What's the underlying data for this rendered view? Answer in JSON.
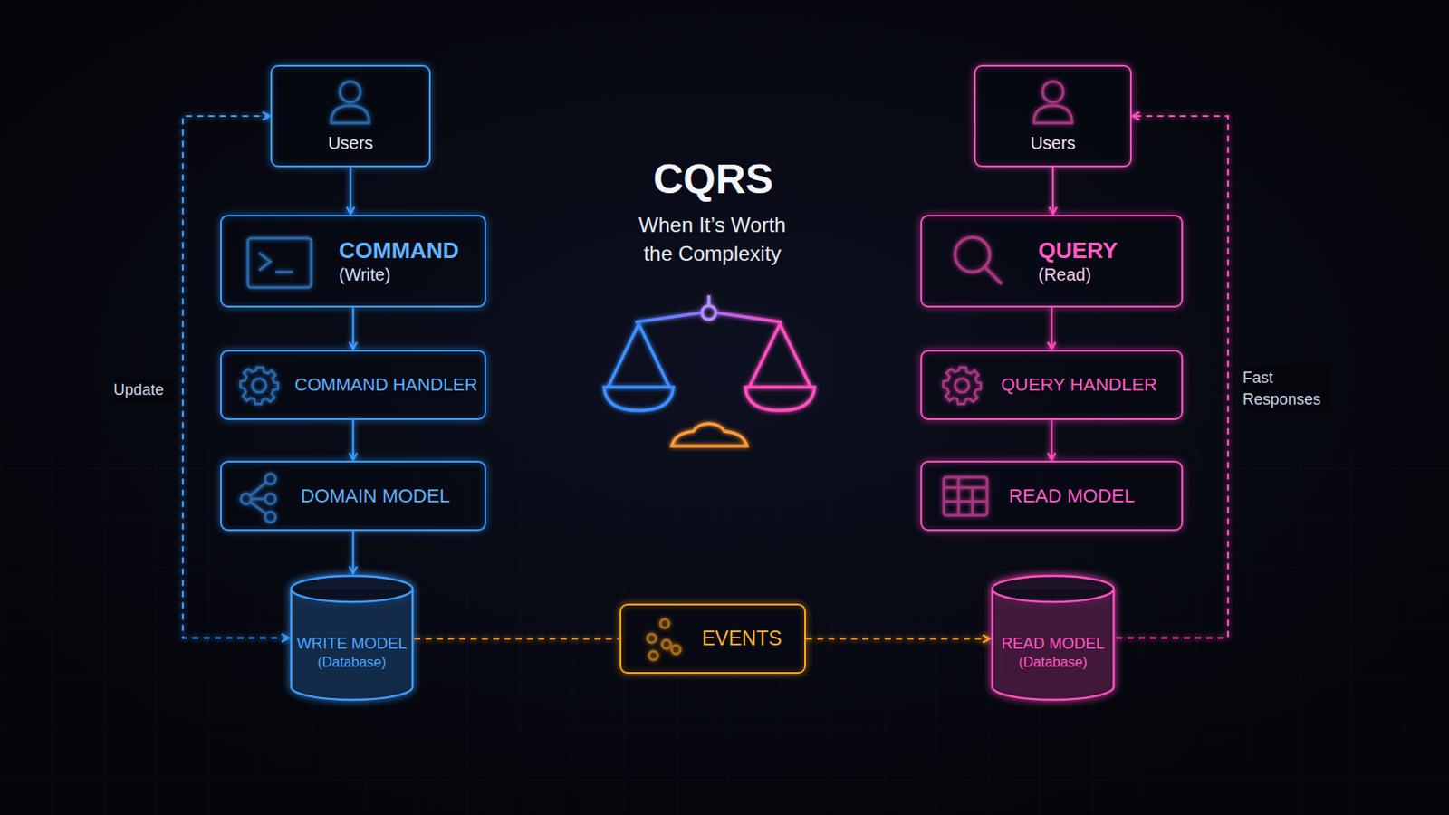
{
  "diagram": {
    "title": "CQRS",
    "caption": "When It’s Worth the Complexity",
    "nodes": [
      {
        "text": [
          "Users"
        ]
      },
      {
        "text": [
          "COMMAND",
          "(Write)"
        ]
      },
      {
        "text": [
          "COMMAND HANDLER"
        ]
      },
      {
        "text": [
          "DOMAIN MODEL"
        ]
      },
      {
        "text": [
          "WRITE MODEL",
          "(Database)"
        ]
      },
      {
        "text": [
          "EVENTS"
        ]
      },
      {
        "text": [
          "Users"
        ]
      },
      {
        "text": [
          "QUERY",
          "(Read)"
        ]
      },
      {
        "text": [
          "QUERY HANDLER"
        ]
      },
      {
        "text": [
          "READ MODEL"
        ]
      },
      {
        "text": [
          "READ MODEL",
          "(Database)"
        ]
      }
    ],
    "edges": [
      {
        "from": 0,
        "to": 1,
        "arrow": "to"
      },
      {
        "from": 1,
        "to": 2,
        "arrow": "to"
      },
      {
        "from": 2,
        "to": 3,
        "arrow": "to"
      },
      {
        "from": 3,
        "to": 4,
        "arrow": "to"
      },
      {
        "from": 4,
        "to": 0,
        "label": "Update",
        "arrow": "both"
      },
      {
        "from": 4,
        "to": 5,
        "arrow": "none"
      },
      {
        "from": 5,
        "to": 10,
        "arrow": "to"
      },
      {
        "from": 6,
        "to": 7,
        "arrow": "to"
      },
      {
        "from": 7,
        "to": 8,
        "arrow": "to"
      },
      {
        "from": 8,
        "to": 9,
        "arrow": "to"
      },
      {
        "from": 10,
        "to": 6,
        "label": "Fast Responses",
        "arrow": "to"
      }
    ]
  }
}
